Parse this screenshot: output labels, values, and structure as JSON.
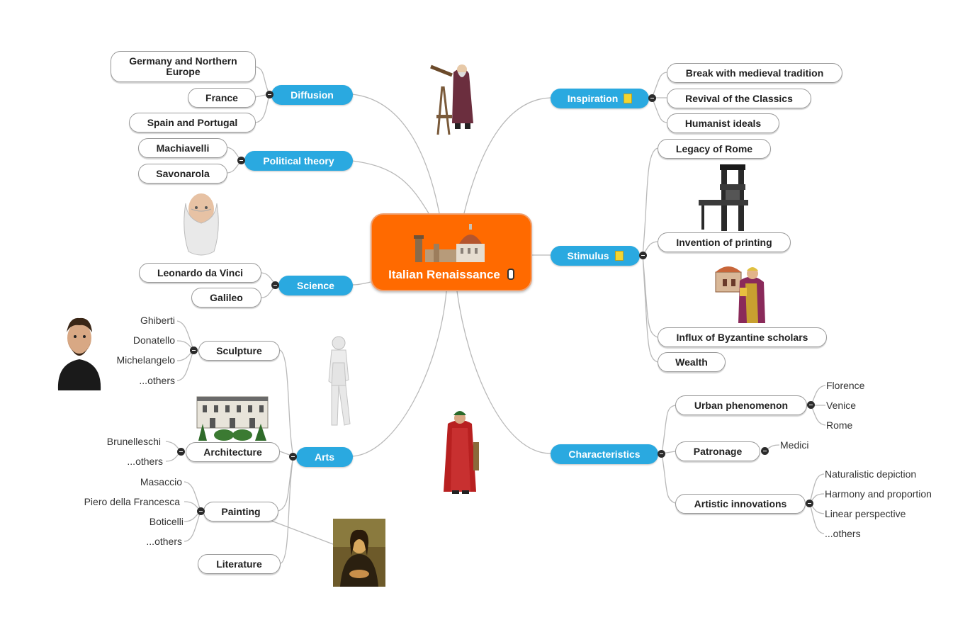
{
  "central": {
    "label": "Italian Renaissance",
    "icon": "florence-skyline-icon",
    "attachment_icon": "paperclip-icon"
  },
  "branches": {
    "diffusion": {
      "label": "Diffusion",
      "children": [
        "Germany and Northern Europe",
        "France",
        "Spain and Portugal"
      ]
    },
    "political": {
      "label": "Political theory",
      "children": [
        "Machiavelli",
        "Savonarola"
      ]
    },
    "science": {
      "label": "Science",
      "children": [
        "Leonardo da Vinci",
        "Galileo"
      ]
    },
    "arts": {
      "label": "Arts",
      "sculpture": {
        "label": "Sculpture",
        "children": [
          "Ghiberti",
          "Donatello",
          "Michelangelo",
          "...others"
        ]
      },
      "architecture": {
        "label": "Architecture",
        "children": [
          "Brunelleschi",
          "...others"
        ]
      },
      "painting": {
        "label": "Painting",
        "children": [
          "Masaccio",
          "Piero della Francesca",
          "Boticelli",
          "...others"
        ]
      },
      "literature": {
        "label": "Literature"
      }
    },
    "inspiration": {
      "label": "Inspiration",
      "note_icon": "note-icon",
      "children": [
        "Break with medieval tradition",
        "Revival of the Classics",
        "Humanist ideals"
      ]
    },
    "stimulus": {
      "label": "Stimulus",
      "note_icon": "note-icon",
      "children": [
        "Legacy of Rome",
        "Invention of printing",
        "Influx of Byzantine scholars",
        "Wealth"
      ]
    },
    "characteristics": {
      "label": "Characteristics",
      "urban": {
        "label": "Urban phenomenon",
        "children": [
          "Florence",
          "Venice",
          "Rome"
        ]
      },
      "patronage": {
        "label": "Patronage",
        "children": [
          "Medici"
        ]
      },
      "artistic": {
        "label": "Artistic innovations",
        "children": [
          "Naturalistic depiction",
          "Harmony and proportion",
          "Linear perspective",
          "...others"
        ]
      }
    }
  },
  "images": [
    "galileo-telescope-icon",
    "leonardo-portrait-icon",
    "michelangelo-portrait-icon",
    "david-statue-icon",
    "palazzo-icon",
    "mona-lisa-icon",
    "printing-press-icon",
    "byzantine-scholar-icon",
    "dante-figure-icon"
  ],
  "colors": {
    "central": "#ff6a00",
    "main_topic": "#2aa9e0",
    "link": "#b9b9b9"
  }
}
